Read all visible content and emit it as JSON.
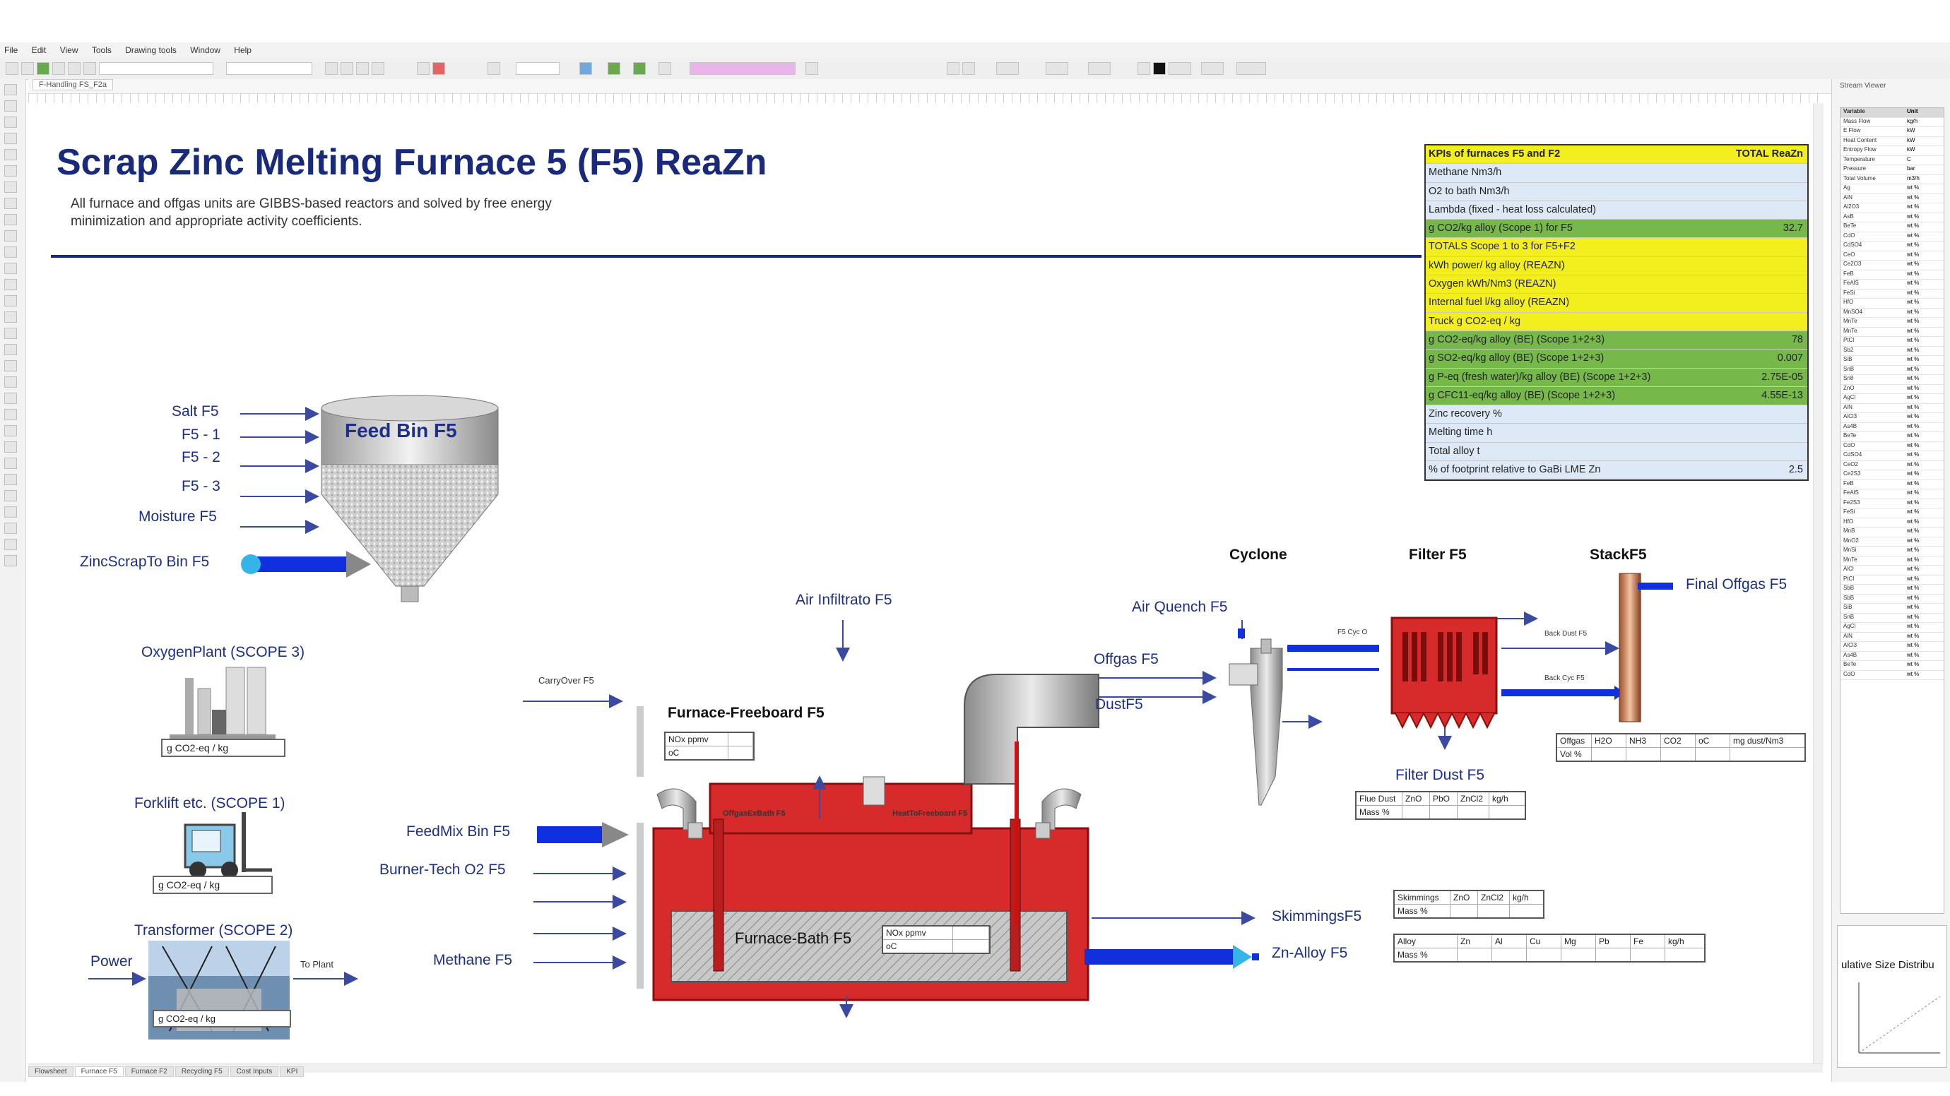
{
  "app": {
    "menu": [
      "File",
      "Edit",
      "View",
      "Tools",
      "Drawing tools",
      "Window",
      "Help"
    ],
    "tab_title": "F-Handling FS_F2a"
  },
  "sheet_tabs": [
    "Flowsheet",
    "Furnace F5",
    "Furnace F2",
    "Recycling F5",
    "Cost Inputs",
    "KPI"
  ],
  "header": {
    "title": "Scrap Zinc Melting Furnace 5 (F5) ReaZn",
    "subtitle_line1": "All furnace and offgas units are GIBBS-based reactors and solved by free energy",
    "subtitle_line2": "minimization and appropriate activity coefficients."
  },
  "kpi": {
    "header_left": "KPIs of furnaces F5 and F2",
    "header_right": "TOTAL ReaZn",
    "rows": [
      {
        "label": "Methane Nm3/h",
        "value": "",
        "color": "#dde9f6"
      },
      {
        "label": "O2 to bath Nm3/h",
        "value": "",
        "color": "#dde9f6"
      },
      {
        "label": "Lambda (fixed - heat loss calculated)",
        "value": "",
        "color": "#dde9f6"
      },
      {
        "label": "g CO2/kg alloy (Scope 1) for F5",
        "value": "32.7",
        "color": "#77b84b"
      },
      {
        "label": "TOTALS Scope 1 to 3 for F5+F2",
        "value": "",
        "color": "#f3ef1e"
      },
      {
        "label": "kWh power/ kg alloy (REAZN)",
        "value": "",
        "color": "#f3ef1e"
      },
      {
        "label": "Oxygen kWh/Nm3 (REAZN)",
        "value": "",
        "color": "#f3ef1e"
      },
      {
        "label": "Internal fuel l/kg alloy (REAZN)",
        "value": "",
        "color": "#f3ef1e"
      },
      {
        "label": "Truck g CO2-eq / kg",
        "value": "",
        "color": "#f3ef1e"
      },
      {
        "label": "g CO2-eq/kg alloy (BE) (Scope 1+2+3)",
        "value": "78",
        "color": "#77b84b"
      },
      {
        "label": "g SO2-eq/kg alloy (BE) (Scope 1+2+3)",
        "value": "0.007",
        "color": "#77b84b"
      },
      {
        "label": "g P-eq (fresh water)/kg alloy (BE) (Scope 1+2+3)",
        "value": "2.75E-05",
        "color": "#77b84b"
      },
      {
        "label": "g CFC11-eq/kg alloy (BE) (Scope 1+2+3)",
        "value": "4.55E-13",
        "color": "#77b84b"
      },
      {
        "label": "Zinc recovery %",
        "value": "",
        "color": "#dde9f6"
      },
      {
        "label": "Melting time h",
        "value": "",
        "color": "#dde9f6"
      },
      {
        "label": "Total alloy t",
        "value": "",
        "color": "#dde9f6"
      },
      {
        "label": "% of footprint relative to GaBi LME Zn",
        "value": "2.5",
        "color": "#dde9f6"
      }
    ]
  },
  "feed_bin": {
    "title": "Feed Bin F5",
    "inputs": [
      "Salt F5",
      "F5 - 1",
      "F5 - 2",
      "F5 - 3",
      "Moisture F5"
    ],
    "scrap_stream": "ZincScrapTo Bin F5"
  },
  "scope_units": {
    "oxygen": "OxygenPlant (SCOPE 3)",
    "forklift": "Forklift etc. (SCOPE 1)",
    "transformer": "Transformer (SCOPE 2)",
    "power": "Power",
    "to_plant": "To Plant",
    "unit_label": "g CO2-eq / kg"
  },
  "furnace": {
    "freeboard": "Furnace-Freeboard F5",
    "bath": "Furnace-Bath F5",
    "carryover": "CarryOver F5",
    "air_infiltrate": "Air Infiltrato F5",
    "feedmix": "FeedMix Bin F5",
    "burner": "Burner-Tech O2 F5",
    "methane": "Methane F5",
    "offgas_bath": "OffgasExBath F5",
    "heat_freeboard": "HeatToFreeboard F5",
    "nox_label": "NOx ppmv",
    "oc_label": "oC"
  },
  "offgas": {
    "offgas": "Offgas F5",
    "dust": "DustF5",
    "cyclone": "Cyclone",
    "air_quench": "Air Quench F5",
    "filter": "Filter F5",
    "filter_dust": "Filter Dust F5",
    "stack": "StackF5",
    "final": "Final Offgas F5",
    "f5cyc": "F5 Cyc O",
    "back_dust_top": "Back Dust F5",
    "back_dust_bot": "Back Cyc F5"
  },
  "products": {
    "skimmings": "SkimmingsF5",
    "alloy": "Zn-Alloy F5"
  },
  "grids": {
    "offgas_cols": [
      "Offgas",
      "H2O",
      "NH3",
      "CO2",
      "oC",
      "mg dust/Nm3"
    ],
    "offgas_row2": "Vol %",
    "filterdust_cols": [
      "Flue Dust",
      "ZnO",
      "PbO",
      "ZnCl2",
      "kg/h"
    ],
    "skim_cols": [
      "Skimmings",
      "ZnO",
      "ZnCl2",
      "kg/h"
    ],
    "alloy_cols": [
      "Alloy",
      "Zn",
      "Al",
      "Cu",
      "Mg",
      "Pb",
      "Fe",
      "kg/h"
    ],
    "mass_row": "Mass %"
  },
  "right_panel": {
    "title": "Stream Viewer",
    "col_variable": "Variable",
    "col_unit": "Unit",
    "chart_title": "ulative Size Distribu",
    "rows": [
      "Mass Flow",
      "E Flow",
      "Heat Content",
      "Entropy Flow",
      "Temperature",
      "Pressure",
      "Total Volume",
      "Ag",
      "AlN",
      "Al2O3",
      "AsB",
      "BeTe",
      "CdO",
      "CdSO4",
      "CeO",
      "Ce2O3",
      "FeB",
      "FeAlS",
      "FeSi",
      "HfO",
      "MnSO4",
      "MnTe",
      "MnTe",
      "PtCl",
      "Sb2",
      "SiB",
      "SnB",
      "Sn8",
      "ZnO",
      "AgCl",
      "AlN",
      "AlCl3",
      "As4B",
      "BeTe",
      "CdO",
      "CdSO4",
      "CeO2",
      "Ce2S3",
      "FeB",
      "FeAlS",
      "Fe2S3",
      "FeSi",
      "HfO",
      "MnB",
      "MnO2",
      "MnSi",
      "MnTe",
      "AlCl",
      "PtCl",
      "SbB",
      "SbB",
      "SiB",
      "SnB",
      "AgCl",
      "AlN",
      "AlCl3",
      "As4B",
      "BeTe",
      "CdO"
    ],
    "units_top": [
      "kg/h",
      "kW",
      "kW",
      "kW",
      "C",
      "bar",
      "m3/h"
    ],
    "unit_rest": "wt %"
  }
}
